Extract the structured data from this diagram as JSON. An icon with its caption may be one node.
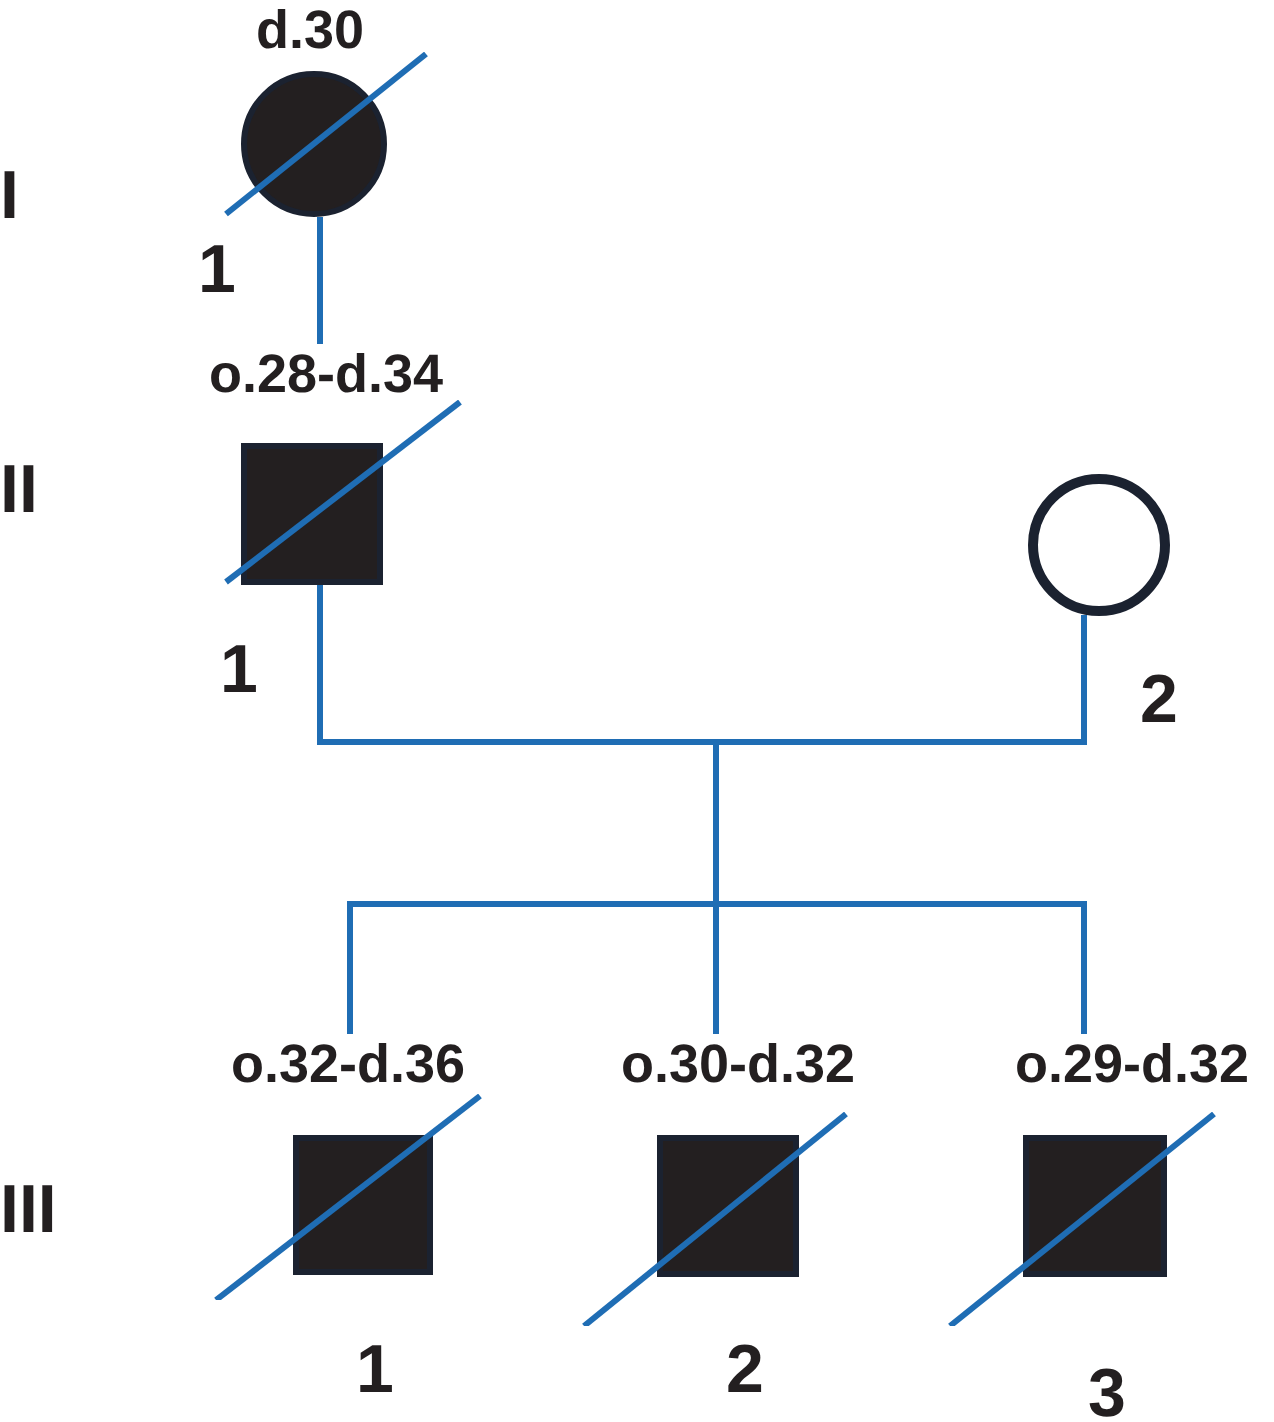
{
  "diagram": {
    "nodes": [
      {
        "text": [
          "d.30"
        ],
        "beside": [
          "1"
        ]
      },
      {
        "text": [
          "o.28-d.34"
        ],
        "beside": [
          "1"
        ]
      },
      {
        "text": [],
        "shape": "circle",
        "beside": [
          "2"
        ]
      },
      {
        "text": [
          "o.32-d.36"
        ],
        "beside": [
          "1"
        ]
      },
      {
        "text": [
          "o.30-d.32"
        ],
        "beside": [
          "2"
        ]
      },
      {
        "text": [
          "o.29-d.32"
        ],
        "beside": [
          "3"
        ]
      }
    ],
    "edges": [
      {
        "from": 0,
        "to": 1,
        "arrow": "none"
      },
      {
        "from": 1,
        "to": 2,
        "arrow": "none"
      },
      {
        "from": 1,
        "to": 3,
        "arrow": "none"
      },
      {
        "from": 1,
        "to": 4,
        "arrow": "none"
      },
      {
        "from": 1,
        "to": 5,
        "arrow": "none"
      },
      {
        "from": 2,
        "to": 3,
        "arrow": "none"
      },
      {
        "from": 2,
        "to": 4,
        "arrow": "none"
      },
      {
        "from": 2,
        "to": 5,
        "arrow": "none"
      }
    ],
    "labels": [
      "I",
      "II",
      "III"
    ]
  }
}
